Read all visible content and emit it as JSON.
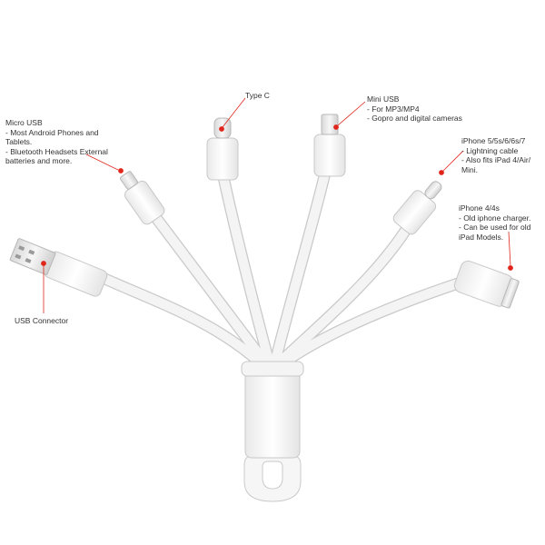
{
  "colors": {
    "background": "#ffffff",
    "cable": "#f2f2f2",
    "cable_edge": "#c9c9c9",
    "metal": "#e6e6e6",
    "callout_dot": "#e0261b",
    "callout_line": "#e0261b",
    "text": "#333333"
  },
  "labels": {
    "micro_usb": {
      "title": "Micro USB",
      "lines": [
        "- Most Android Phones and",
        "Tablets.",
        "- Bluetooth Headsets External",
        "batteries and more."
      ]
    },
    "type_c": {
      "title": "Type C"
    },
    "mini_usb": {
      "title": "Mini USB",
      "lines": [
        "- For MP3/MP4",
        "- Gopro and digital cameras"
      ]
    },
    "lightning": {
      "title": "iPhone 5/5s/6/6s/7",
      "lines": [
        "- Lightning cable",
        "- Also fits iPad 4/Air/",
        "Mini."
      ]
    },
    "iphone4": {
      "title": "iPhone 4/4s",
      "lines": [
        "- Old iphone charger.",
        "- Can be used for old",
        "iPad Models."
      ]
    },
    "usb": {
      "title": "USB Connector"
    }
  }
}
